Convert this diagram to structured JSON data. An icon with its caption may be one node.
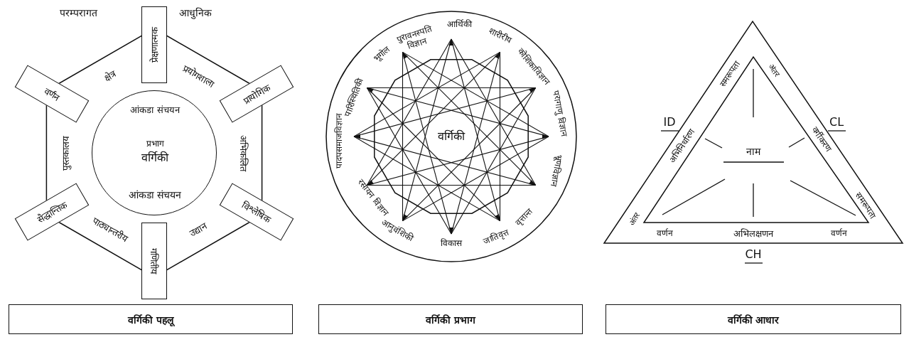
{
  "diagram": {
    "nodes": [
      {
        "text": [
          "आंकडा संचयन",
          "प्रभाग",
          "वर्गिकी",
          "आंकडा संचयन"
        ]
      },
      {
        "text": [
          "प्रेक्षणात्मक"
        ]
      },
      {
        "text": [
          "प्रायोगिक"
        ]
      },
      {
        "text": [
          "विश्लेषिक"
        ]
      },
      {
        "text": [
          "गणितीय"
        ]
      },
      {
        "text": [
          "सैद्धान्तिक"
        ]
      },
      {
        "text": [
          "वर्णन"
        ]
      },
      {
        "text": [
          "वर्गिकी पहलू"
        ]
      },
      {
        "text": [
          "वर्गिकी प्रभाग"
        ]
      },
      {
        "text": [
          "वर्गिकी आधार"
        ]
      }
    ],
    "labels": [
      "परम्परागत",
      "आधुनिक",
      "क्षेत्र",
      "प्रयोगशाला",
      "पुस्तकालय",
      "अभिकलित",
      "पाठ्यान्तरीय",
      "उद्यान",
      "आर्थिकी",
      "पुरावनस्पति विज्ञान",
      "शारीरीय",
      "भूगोल",
      "कोशिकाविज्ञान",
      "पारिस्थितिकी",
      "परागाणु विज्ञान",
      "पादपसमाजविज्ञान",
      "वर्गिकी",
      "भ्रूणविज्ञान",
      "रसायन विज्ञान",
      "वृत्तान्त",
      "आनुवंशिकी",
      "जातिवृत्त",
      "विकास",
      "समरूपता",
      "अंतर",
      "ID",
      "अभिनिर्धारण",
      "वर्गीकरण",
      "CL",
      "नाम",
      "समरूपता",
      "अंतर",
      "वर्णन",
      "अभिलक्षणन",
      "वर्णन",
      "CH"
    ]
  }
}
